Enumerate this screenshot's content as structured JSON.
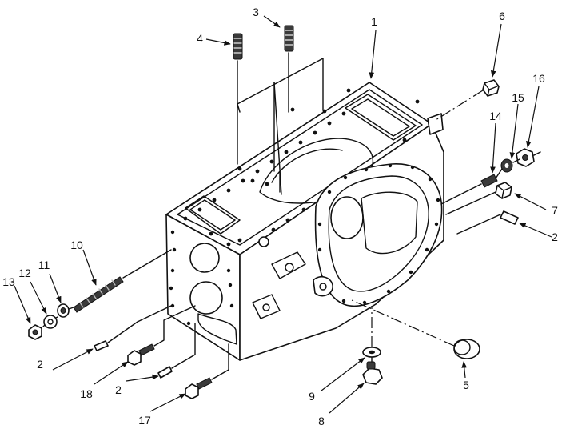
{
  "callouts": [
    {
      "id": "c1",
      "text": "1"
    },
    {
      "id": "c2a",
      "text": "2"
    },
    {
      "id": "c2b",
      "text": "2"
    },
    {
      "id": "c2c",
      "text": "2"
    },
    {
      "id": "c3",
      "text": "3"
    },
    {
      "id": "c4",
      "text": "4"
    },
    {
      "id": "c5",
      "text": "5"
    },
    {
      "id": "c6",
      "text": "6"
    },
    {
      "id": "c7",
      "text": "7"
    },
    {
      "id": "c8",
      "text": "8"
    },
    {
      "id": "c9",
      "text": "9"
    },
    {
      "id": "c10",
      "text": "10"
    },
    {
      "id": "c11",
      "text": "11"
    },
    {
      "id": "c12",
      "text": "12"
    },
    {
      "id": "c13",
      "text": "13"
    },
    {
      "id": "c14",
      "text": "14"
    },
    {
      "id": "c15",
      "text": "15"
    },
    {
      "id": "c16",
      "text": "16"
    },
    {
      "id": "c17",
      "text": "17"
    },
    {
      "id": "c18",
      "text": "18"
    }
  ]
}
